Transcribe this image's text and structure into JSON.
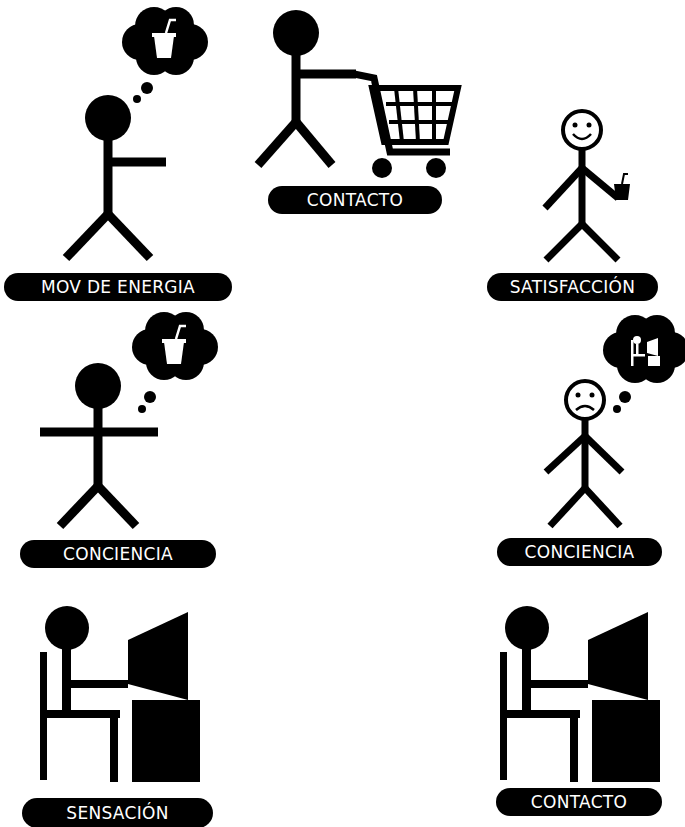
{
  "diagram": {
    "nodes": [
      {
        "text": [
          "CONTACTO"
        ]
      },
      {
        "text": [
          "MOV DE ENERGIA"
        ]
      },
      {
        "text": [
          "SATISFACCIÓN"
        ]
      },
      {
        "text": [
          "CONCIENCIA"
        ]
      },
      {
        "text": [
          "CONCIENCIA"
        ]
      },
      {
        "text": [
          "SENSACIÓN"
        ]
      },
      {
        "text": [
          "CONTACTO"
        ]
      }
    ]
  }
}
